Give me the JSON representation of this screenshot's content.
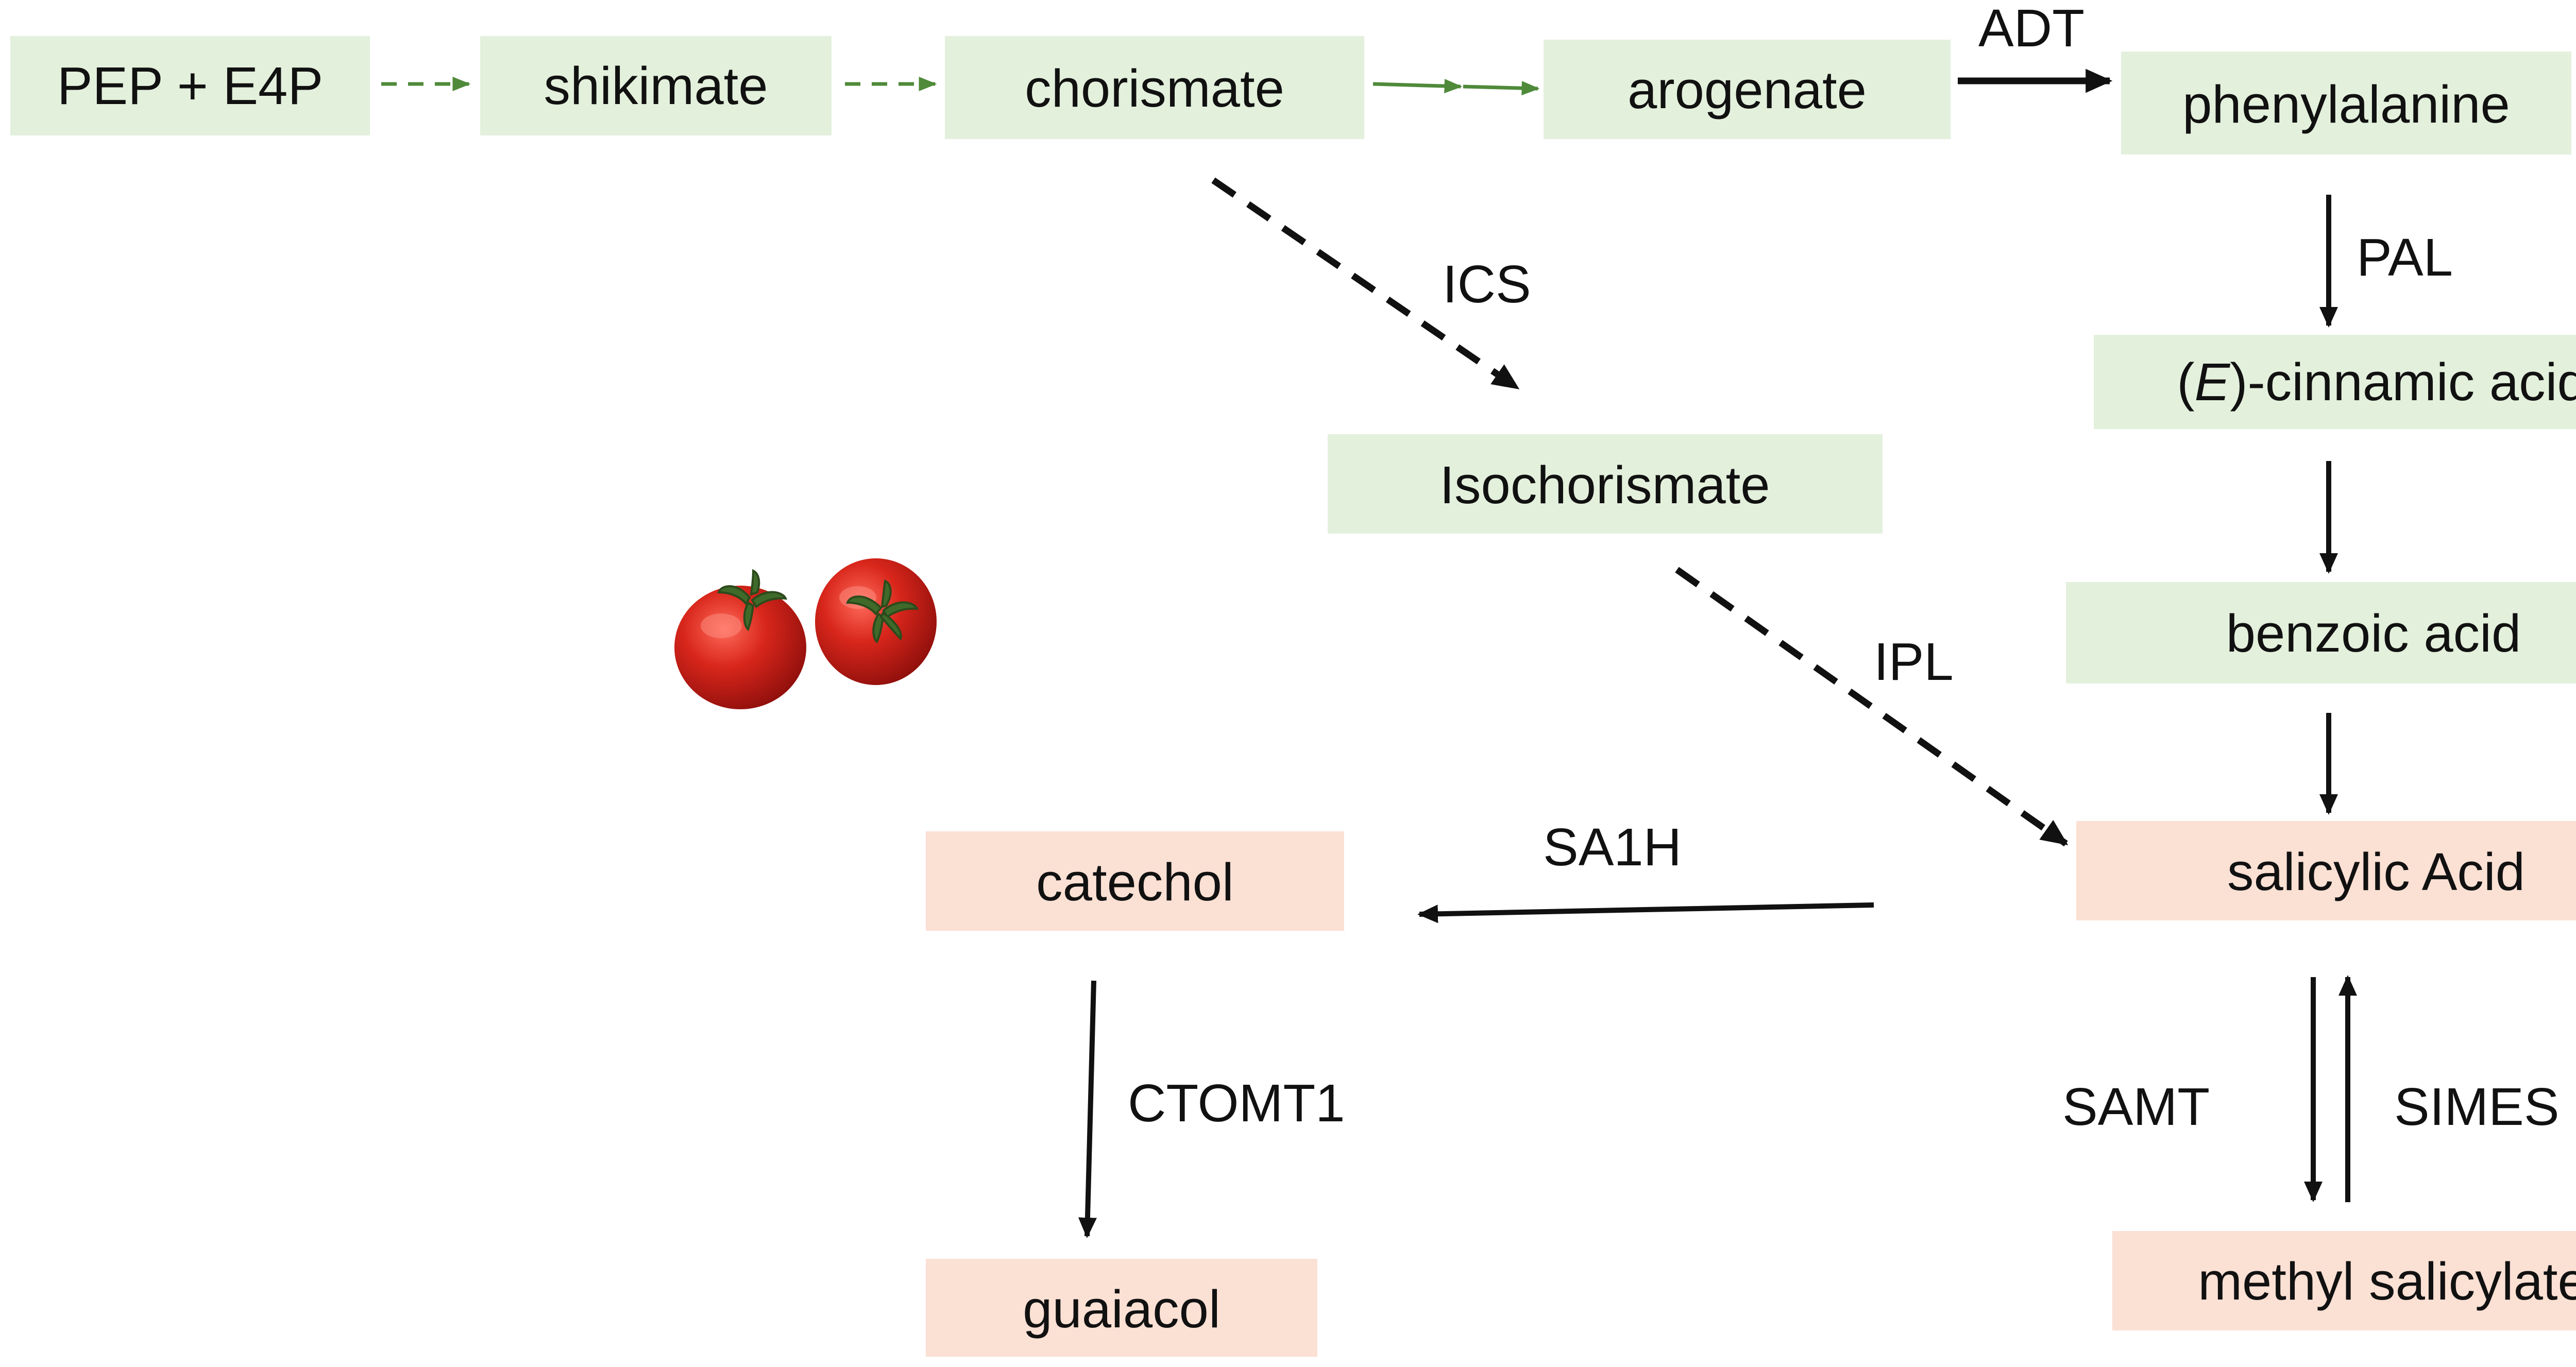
{
  "colors": {
    "precursor_fill": "#e3f0dc",
    "volatile_fill": "#fbe0d4",
    "green_arrow": "#4f8a3a",
    "black_arrow": "#111111",
    "text": "#111111"
  },
  "nodes": {
    "pep_e4p": "PEP + E4P",
    "shikimate": "shikimate",
    "chorismate": "chorismate",
    "arogenate": "arogenate",
    "phenylalanine": "phenylalanine",
    "cinnamic_prefix": "(",
    "cinnamic_italic": "E",
    "cinnamic_suffix": ")-cinnamic acid",
    "isochorismate": "Isochorismate",
    "benzoic_acid": "benzoic acid",
    "salicylic_acid": "salicylic Acid",
    "catechol": "catechol",
    "guaiacol": "guaiacol",
    "methyl_salicylate": "methyl salicylate"
  },
  "enzymes": {
    "adt": "ADT",
    "pal": "PAL",
    "ics": "ICS",
    "ipl": "IPL",
    "sa1h": "SA1H",
    "ctomt1": "CTOMT1",
    "samt": "SAMT",
    "simes": "SIMES"
  },
  "illustration": {
    "icon": "tomato-icon"
  }
}
